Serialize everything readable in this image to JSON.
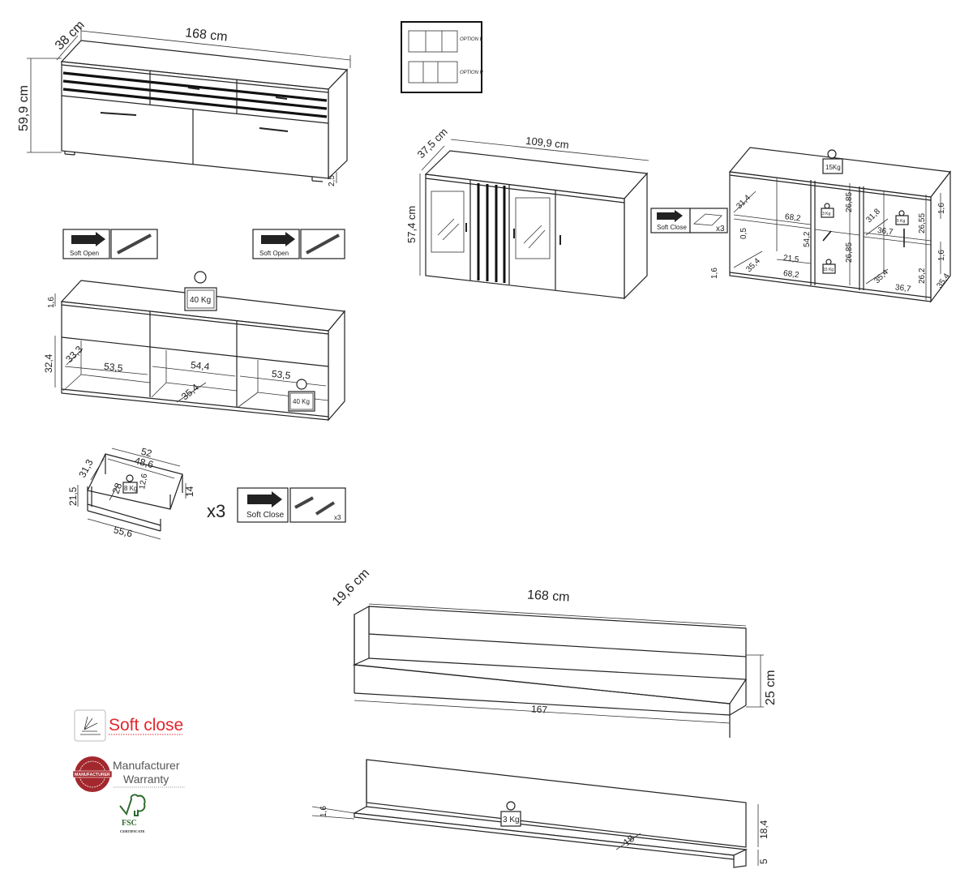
{
  "large_sideboard": {
    "width": "168 cm",
    "depth": "38 cm",
    "height": "59,9 cm",
    "foot_height": "2,5"
  },
  "soft_open_badges": [
    {
      "label": "Soft Open"
    },
    {
      "label": "Soft Open"
    }
  ],
  "large_interior": {
    "top_thickness": "1,6",
    "inner_height": "32,4",
    "inner_depth_left": "33,3",
    "width_left": "53,5",
    "width_middle": "54,4",
    "width_right": "53,5",
    "inner_depth_middle": "35,4",
    "load_top": "40 Kg",
    "load_shelf": "40 Kg"
  },
  "drawer": {
    "outer_width": "52",
    "inner_width": "48,6",
    "depth": "31,3",
    "front_height": "21,5",
    "inner_depth": "28",
    "inner_height": "12,6",
    "side_height": "14",
    "front_width": "55,6",
    "load": "8 Kg",
    "quantity": "x3",
    "soft_close_label": "Soft Close",
    "runner_quantity": "x3"
  },
  "options": {
    "left": "OPTION L",
    "right": "OPTION R"
  },
  "small_sideboard": {
    "width": "109,9 cm",
    "depth": "37,5 cm",
    "height": "57,4 cm",
    "soft_close_label": "Soft Close",
    "hinge_quantity": "x3"
  },
  "small_interior": {
    "load_top": "15Kg",
    "shelf_depth_left": "31,4",
    "shelf_width_left": "68,2",
    "gap": "0,5",
    "inner_height": "54,2",
    "bottom_depth_left": "35,4",
    "bottom_width_inner": "21,5",
    "bottom_width_left": "68,2",
    "side_thickness": "1,6",
    "mid_upper_height": "26,85",
    "mid_lower_height": "26,85",
    "mid_load_upper": "3 Kg",
    "mid_load_lower": "15 Kg",
    "right_shelf_depth": "31,8",
    "right_load": "5 Kg",
    "right_shelf_width": "36,7",
    "right_upper_height": "26,55",
    "right_top_thickness": "1,6",
    "right_shelf_thickness": "1,6",
    "right_bottom_depth": "35,4",
    "right_bottom_width": "36,7",
    "right_lower_height": "26,2",
    "side_depth": "35,4"
  },
  "wall_shelf": {
    "depth": "19,6 cm",
    "width": "168 cm",
    "height": "25 cm",
    "shelf_width": "167"
  },
  "wall_shelf_detail": {
    "board_thickness": "1,6",
    "load": "3 Kg",
    "shelf_depth": "18",
    "panel_height": "18,4",
    "lip_height": "5"
  },
  "feature_badges": {
    "soft_close": "Soft close",
    "warranty_line1": "Manufacturer",
    "warranty_line2": "Warranty",
    "warranty_seal": "MANUFACTURER",
    "fsc": "FSC",
    "fsc_certificate": "CERTIFICATE"
  },
  "colors": {
    "soft_close_red": "#e3262d",
    "warranty_red": "#a3282e",
    "fsc_green": "#2f6b2f"
  }
}
